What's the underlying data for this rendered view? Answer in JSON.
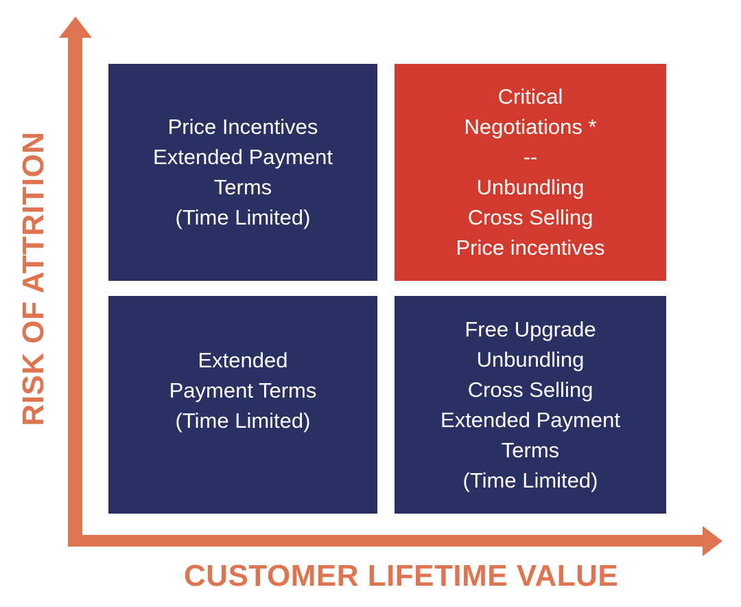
{
  "colors": {
    "navy": "#2A3062",
    "red": "#D13A2C",
    "orange": "#DE7550",
    "quadrant_text": "#FFFFFF",
    "background": "#FFFFFF"
  },
  "axes": {
    "y": {
      "label": "RISK OF ATTRITION"
    },
    "x": {
      "label": "CUSTOMER LIFETIME VALUE"
    }
  },
  "quadrants": {
    "top_left": {
      "lines": [
        "Price Incentives",
        "Extended Payment",
        "Terms",
        "(Time Limited)"
      ]
    },
    "top_right": {
      "lines": [
        "Critical",
        "Negotiations *",
        "--",
        "Unbundling",
        "Cross Selling",
        "Price incentives"
      ]
    },
    "bottom_left": {
      "lines": [
        "Extended",
        "Payment Terms",
        "(Time Limited)"
      ]
    },
    "bottom_right": {
      "lines": [
        "Free Upgrade",
        "Unbundling",
        "Cross Selling",
        "Extended Payment",
        "Terms",
        "(Time Limited)"
      ]
    }
  }
}
